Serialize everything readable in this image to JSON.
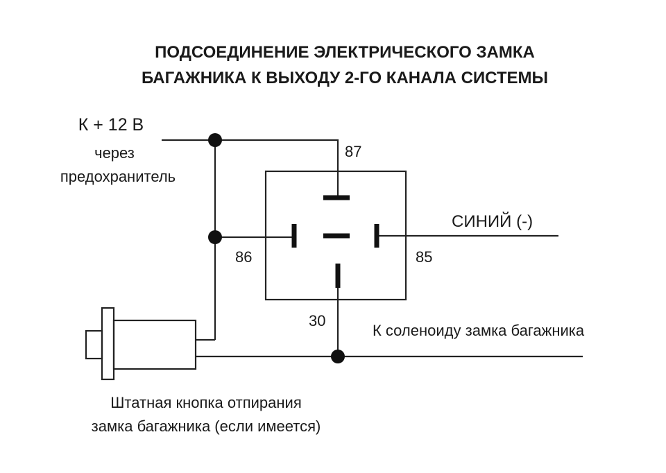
{
  "title": {
    "line1": "ПОДСОЕДИНЕНИЕ ЭЛЕКТРИЧЕСКОГО ЗАМКА",
    "line2": "БАГАЖНИКА К ВЫХОДУ 2-ГО КАНАЛА СИСТЕМЫ"
  },
  "power": {
    "line1": "К + 12 В",
    "line2": "через",
    "line3": "предохранитель"
  },
  "relay": {
    "pin87": "87",
    "pin86": "86",
    "pin85": "85",
    "pin30": "30"
  },
  "blue_wire": "СИНИЙ (-)",
  "solenoid": "К соленоиду замка багажника",
  "button": {
    "line1": "Штатная кнопка отпирания",
    "line2": "замка багажника (если имеется)"
  }
}
